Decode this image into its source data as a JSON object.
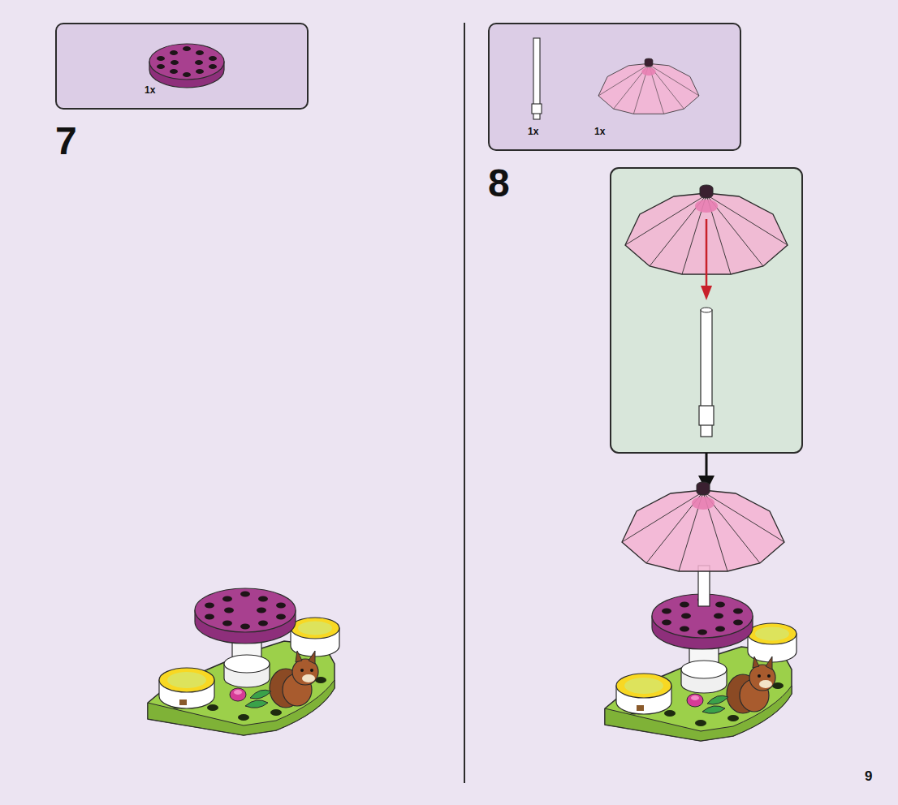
{
  "diagram": {
    "nodes": [
      {
        "text": [
          "1x"
        ]
      },
      {
        "text": [
          "1x",
          "1x"
        ]
      }
    ],
    "labels": [
      "7",
      "8",
      "9"
    ]
  }
}
